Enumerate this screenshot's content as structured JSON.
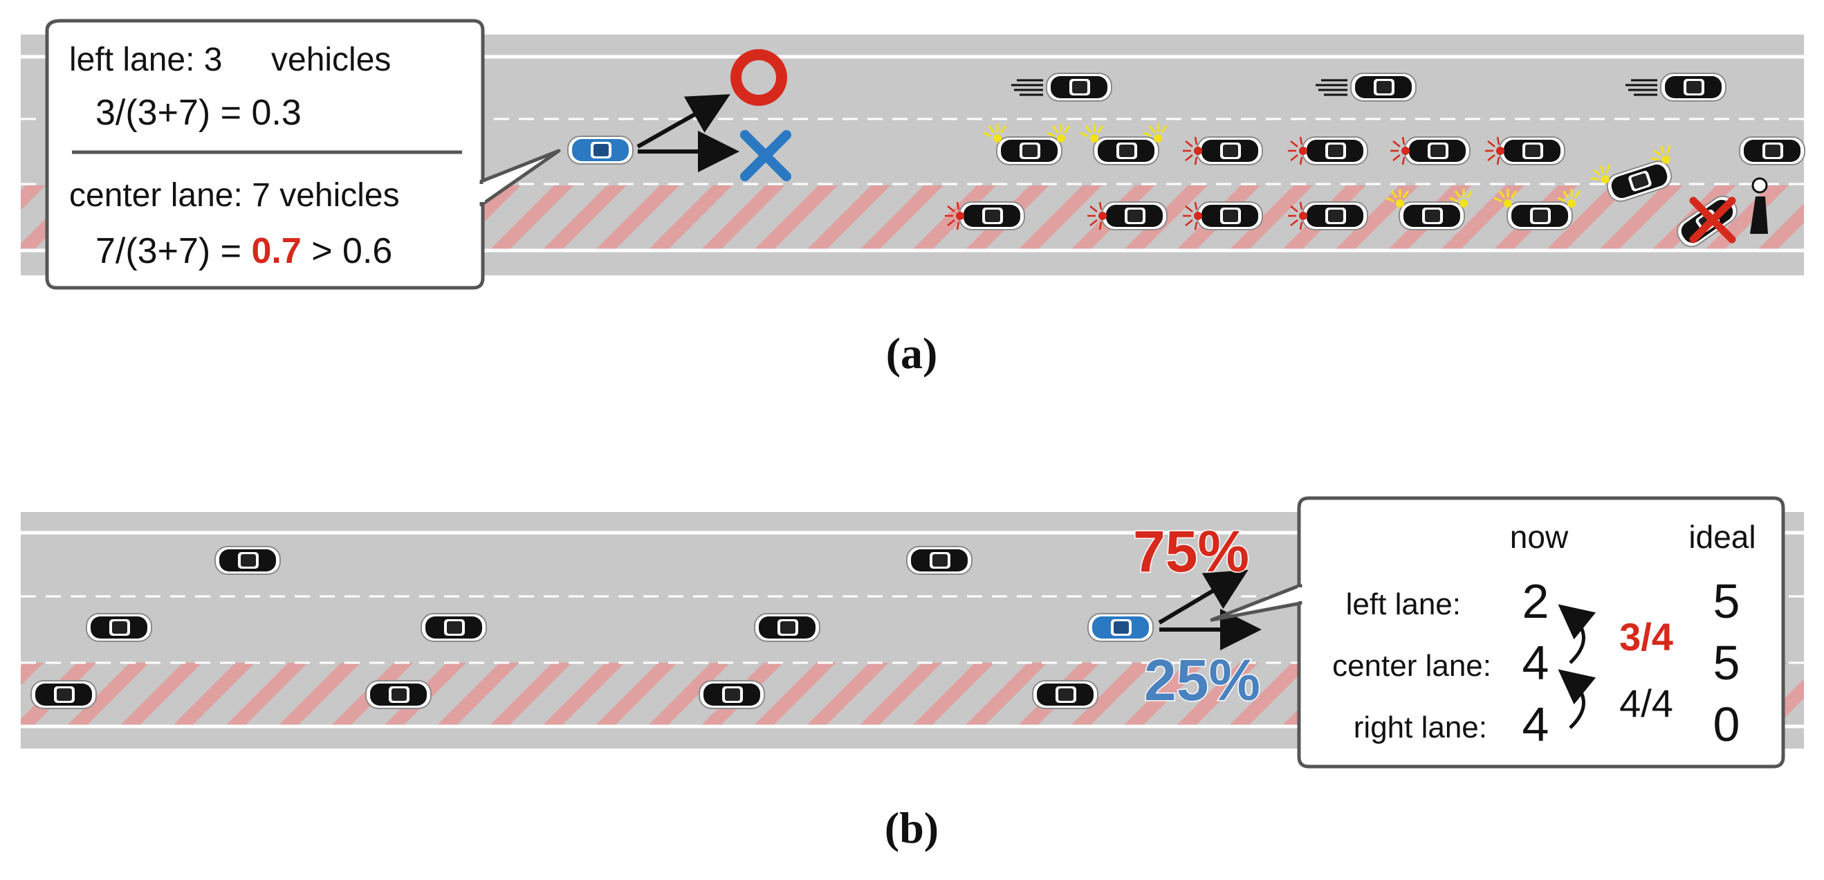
{
  "panel_a": {
    "caption": "(a)",
    "box": {
      "line1_label": "left lane: 3",
      "line1_tail": "vehicles",
      "line2": "3/(3+7) = 0.3",
      "line3": "center lane: 7 vehicles",
      "line4_pre": "7/(3+7) = ",
      "line4_highlight": "0.7",
      "line4_post": " > 0.6"
    },
    "ok_symbol": "circle",
    "ng_symbol": "cross",
    "colors": {
      "ok": "#d6291c",
      "ng": "#2a79c2",
      "highlight": "#d6291c"
    }
  },
  "panel_b": {
    "caption": "(b)",
    "pct_left": "75%",
    "pct_center": "25%",
    "table": {
      "col_now": "now",
      "col_ideal": "ideal",
      "rows": [
        {
          "label": "left lane:",
          "now": "2",
          "ideal": "5"
        },
        {
          "label": "center lane:",
          "now": "4",
          "ideal": "5"
        },
        {
          "label": "right lane:",
          "now": "4",
          "ideal": "0"
        }
      ],
      "ratio_top": "3/4",
      "ratio_bottom": "4/4"
    },
    "colors": {
      "pct_left": "#d6291c",
      "pct_center": "#4a82c0",
      "ratio_top": "#d6291c"
    }
  },
  "icons": {
    "vehicle": "car-icon",
    "ego_vehicle": "ego-car-icon",
    "speed_lines": "motion-lines-icon",
    "hazard": "hazard-light-icon",
    "blocked": "blocked-cross-icon",
    "driver": "driver-icon"
  }
}
